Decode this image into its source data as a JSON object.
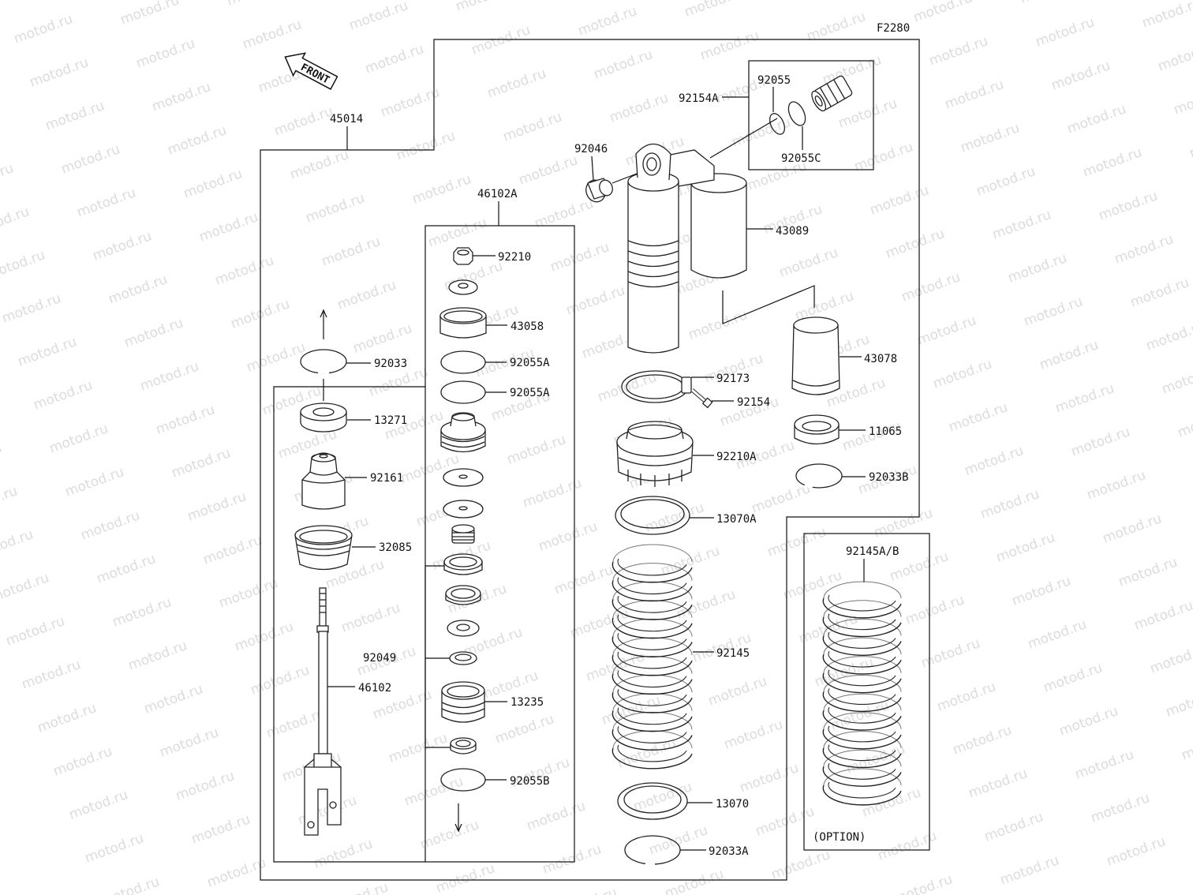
{
  "diagram": {
    "figure_code": "F2280",
    "front_label": "FRONT",
    "watermark": "motod.ru",
    "option_label": "(OPTION)",
    "labels": {
      "p45014": "45014",
      "p46102A": "46102A",
      "p92210": "92210",
      "p43058": "43058",
      "p92033": "92033",
      "p92055A_1": "92055A",
      "p92055A_2": "92055A",
      "p13271": "13271",
      "p92161": "92161",
      "p32085": "32085",
      "p92049": "92049",
      "p46102": "46102",
      "p13235": "13235",
      "p92055B": "92055B",
      "p92154A": "92154A",
      "p92055": "92055",
      "p92055C": "92055C",
      "p92046": "92046",
      "p43089": "43089",
      "p43078": "43078",
      "p92173": "92173",
      "p92154": "92154",
      "p92210A": "92210A",
      "p11065": "11065",
      "p92033B": "92033B",
      "p13070A": "13070A",
      "p92145": "92145",
      "p13070": "13070",
      "p92033A": "92033A",
      "p92145AB": "92145A/B"
    }
  }
}
